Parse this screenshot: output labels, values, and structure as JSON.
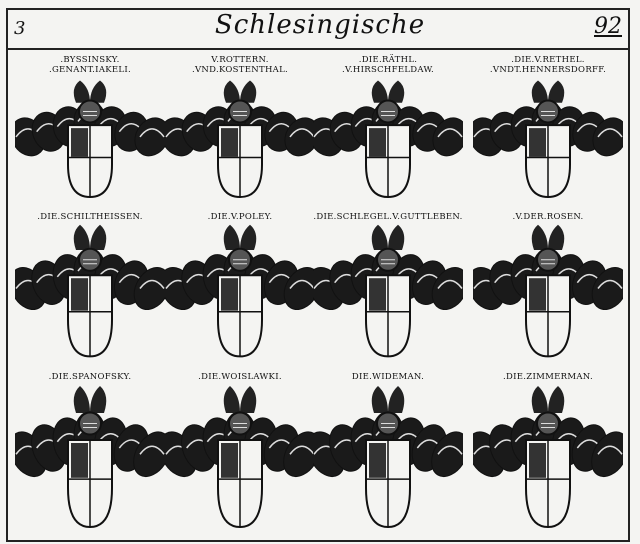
{
  "header": {
    "page_left": "3",
    "title": "Schlesingische",
    "page_right": "92"
  },
  "rows": [
    {
      "crests": [
        {
          "label1": ".BYSSINSKY.",
          "label2": ".GENANT.IAKELI."
        },
        {
          "label1": "V.ROTTERN.",
          "label2": ".VND.KOSTENTHAL."
        },
        {
          "label1": ".DIE.RÄTHL.",
          "label2": ".V.HIRSCHFELDAW."
        },
        {
          "label1": ".DIE.V.RETHEL.",
          "label2": ".VNDT.HENNERSDORFF."
        }
      ]
    },
    {
      "crests": [
        {
          "label1": ".DIE.SCHILTHEISSEN."
        },
        {
          "label1": ".DIE.V.POLEY."
        },
        {
          "label1": ".DIE.SCHLEGEL.V.GUTTLEBEN."
        },
        {
          "label1": ".V.DER.ROSEN."
        }
      ]
    },
    {
      "crests": [
        {
          "label1": ".DIE.SPANOFSKY."
        },
        {
          "label1": ".DIE.WOISLAWKI."
        },
        {
          "label1": "DIE.WIDEMAN."
        },
        {
          "label1": ".DIE.ZIMMERMAN."
        }
      ]
    }
  ],
  "colors": {
    "ink": "#111111",
    "paper": "#f4f4f2"
  }
}
